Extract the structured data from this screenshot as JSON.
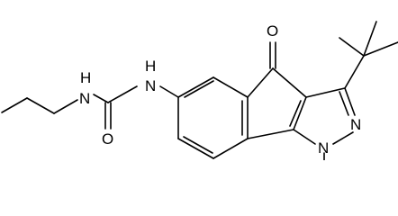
{
  "molecule": {
    "atoms": {
      "o_ketone": "O",
      "o_urea": "O",
      "nh_aryl": "H",
      "nh_aryl_n": "N",
      "nh_propyl": "H",
      "nh_propyl_n": "N",
      "n_pyrazole_2": "N",
      "n_pyrazole_1": "N"
    }
  }
}
